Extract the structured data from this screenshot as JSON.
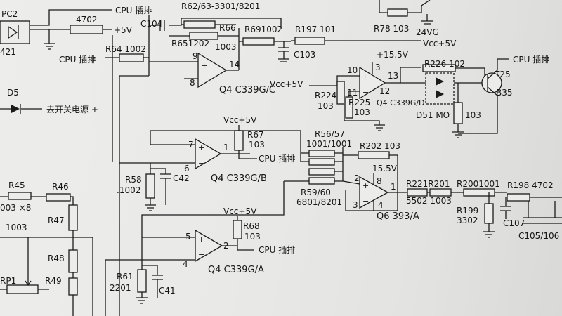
{
  "schematic": {
    "top_left": {
      "pc2": "PC2",
      "pc2_num": "421",
      "r_4702": "4702",
      "plus5v": "+5V",
      "cpu_top": "CPU 插排",
      "r62_63": "R62/63-3301/8201",
      "c104": "C104",
      "cpu_left": "CPU 插排",
      "r64": "R64 1002",
      "d5": "D5",
      "power_note": "去开关电源 +"
    },
    "q4c": {
      "r65": "R651202",
      "r66": "R66",
      "r66_val": "1003",
      "r69": "R691002",
      "r197": "R197 101",
      "c103": "C103",
      "pin9": "9",
      "pin8": "8",
      "pin14": "14",
      "label": "Q4 C339G/C"
    },
    "top_right": {
      "r78": "R78 103",
      "v24": "24VG",
      "vcc_line": "Vcc+5V",
      "v15": "+15.5V",
      "vcc_label": "Vcc+5V",
      "r224": "R224",
      "r224_val": "103",
      "r225": "R225",
      "r225_val": "103",
      "pin10": "10",
      "pin11": "11",
      "pin3": "3",
      "pin13": "13",
      "pin12": "12",
      "q4d": "Q4 C339G/D",
      "r226": "R226 102",
      "d51": "D51 MO",
      "r_103": "103",
      "cpu": "CPU 插排",
      "t25": "T25",
      "b35": "B35"
    },
    "q4b": {
      "vcc": "Vcc+5V",
      "r67": "R67",
      "r67_val": "103",
      "pin7": "7",
      "pin6": "6",
      "pin1": "1",
      "cpu": "CPU 插排",
      "r58": "R58",
      "r58_val": ".1002",
      "c42": "C42",
      "label": "Q4 C339G/B"
    },
    "q6": {
      "r56_57": "R56/57",
      "r56_val": "1001/1001",
      "r202": "R202 103",
      "v15": "15.5V",
      "pin2": "2",
      "pin8": "8",
      "pin1": "1",
      "pin3": "3",
      "pin4": "4",
      "r59_60": "R59/60",
      "r59_val": "6801/8201",
      "label": "Q6 393/A",
      "r221": "R221R201",
      "r221_val": "5502 1003",
      "r200": "R2001001",
      "r198": "R198 4702",
      "r199": "R199",
      "r199_val": "3302",
      "c107": "C107",
      "c105": "C105/106"
    },
    "q4a": {
      "vcc": "Vcc+5V",
      "r68": "R68",
      "r68_val": "103",
      "pin5": "5",
      "pin4": "4",
      "pin2": "2",
      "cpu": "CPU 插排",
      "label": "Q4 C339G/A",
      "r61": "R61",
      "r61_val": "2201",
      "c41": "C41"
    },
    "left_bottom": {
      "r45": "R45",
      "r45_val": "003 ×8",
      "r46": "R46",
      "r47": "R47",
      "r_1003": "1003",
      "r48": "R48",
      "r49": "R49",
      "rp1": "RP1"
    }
  }
}
